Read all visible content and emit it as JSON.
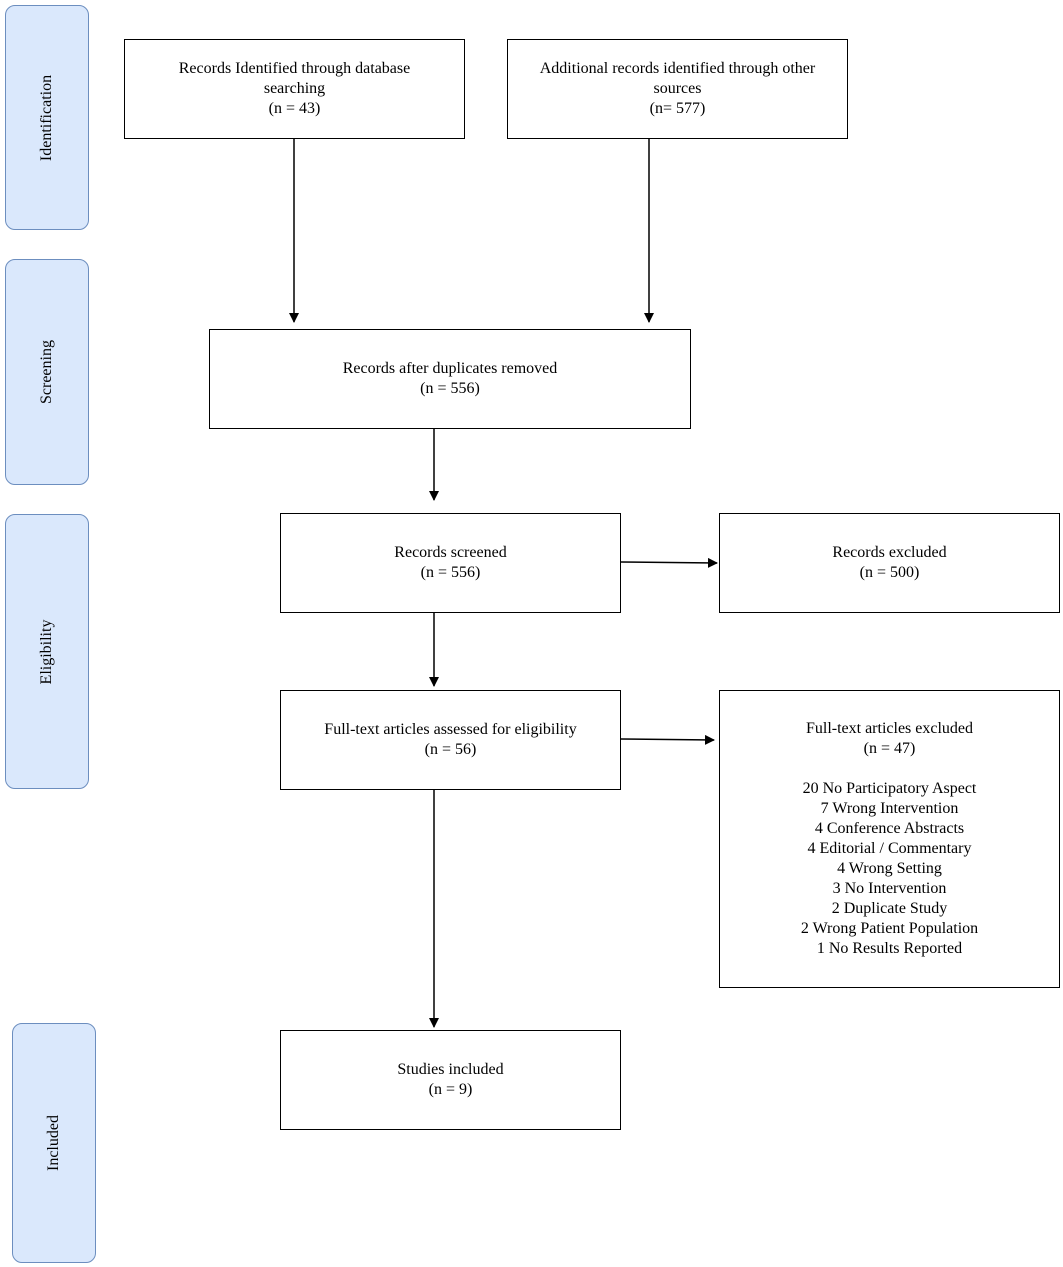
{
  "phases": {
    "identification": "Identification",
    "screening": "Screening",
    "eligibility": "Eligibility",
    "included": "Included"
  },
  "boxes": {
    "database_search": {
      "line1": "Records Identified through database",
      "line2": "searching",
      "count": "(n = 43)"
    },
    "other_sources": {
      "line1": "Additional records identified through other",
      "line2": "sources",
      "count": "(n=  577)"
    },
    "duplicates_removed": {
      "label": "Records after duplicates removed",
      "count": "(n = 556)"
    },
    "screened": {
      "label": "Records screened",
      "count": "(n = 556)"
    },
    "excluded": {
      "label": "Records excluded",
      "count": "(n = 500)"
    },
    "fulltext_assessed": {
      "label": "Full-text articles assessed for eligibility",
      "count": "(n = 56)"
    },
    "fulltext_excluded": {
      "label": "Full-text articles excluded",
      "count": "(n = 47)",
      "reasons": [
        "20 No Participatory Aspect",
        "7 Wrong Intervention",
        "4 Conference Abstracts",
        "4 Editorial / Commentary",
        "4 Wrong Setting",
        "3 No Intervention",
        "2 Duplicate Study",
        "2 Wrong Patient Population",
        "1 No Results Reported"
      ]
    },
    "included": {
      "label": "Studies included",
      "count": "(n = 9)"
    }
  }
}
